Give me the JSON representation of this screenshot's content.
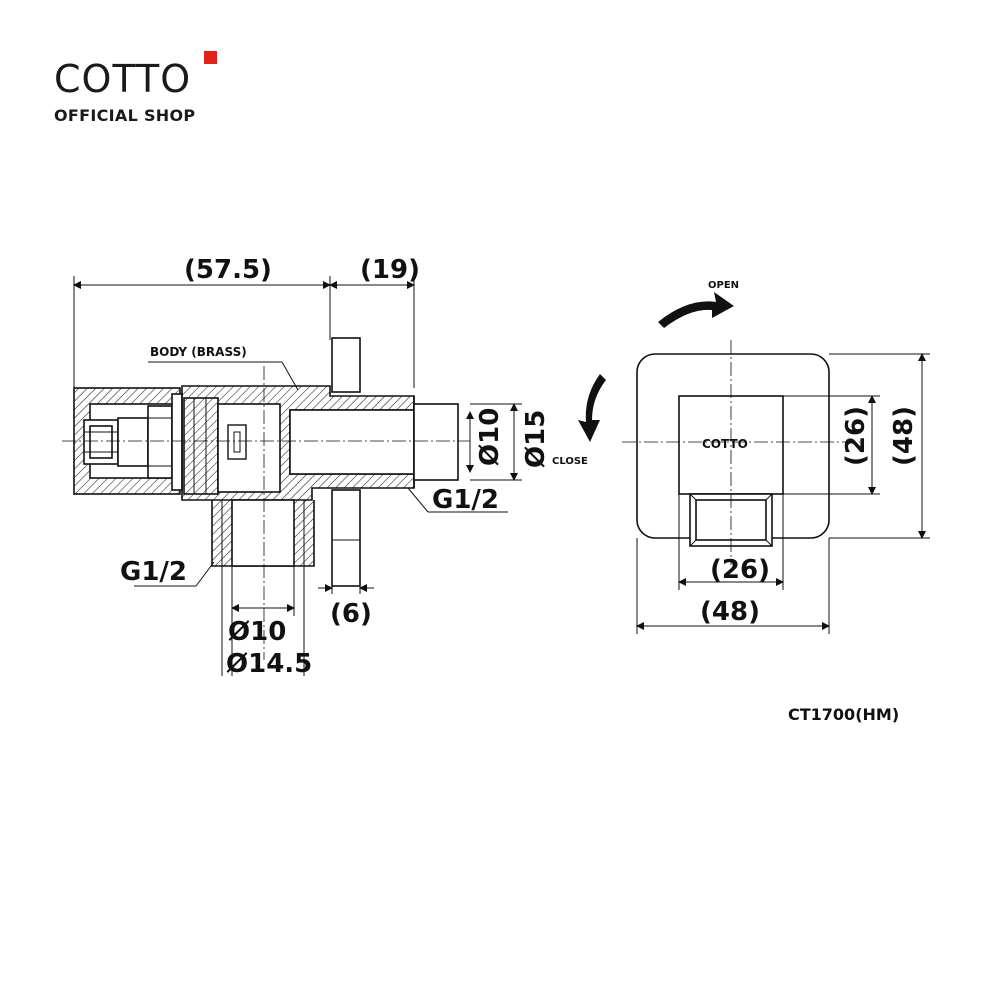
{
  "brand": {
    "name": "COTTO",
    "tagline": "OFFICIAL SHOP",
    "accent_color": "#e2231a"
  },
  "model": "CT1700(HM)",
  "side_view": {
    "dim_total": "(57.5)",
    "dim_outlet": "(19)",
    "body_label": "BODY (BRASS)",
    "dim_inner_dia": "Ø10",
    "dim_outer_dia": "Ø15",
    "thread_outlet": "G1/2",
    "thread_inlet": "G1/2",
    "dim_flange": "(6)",
    "dim_inlet_inner": "Ø10",
    "dim_inlet_outer": "Ø14.5"
  },
  "front_view": {
    "open_label": "OPEN",
    "close_label": "CLOSE",
    "handle_logo": "COTTO",
    "dim_handle_height": "(26)",
    "dim_plate_height": "(48)",
    "dim_handle_width": "(26)",
    "dim_plate_width": "(48)"
  }
}
